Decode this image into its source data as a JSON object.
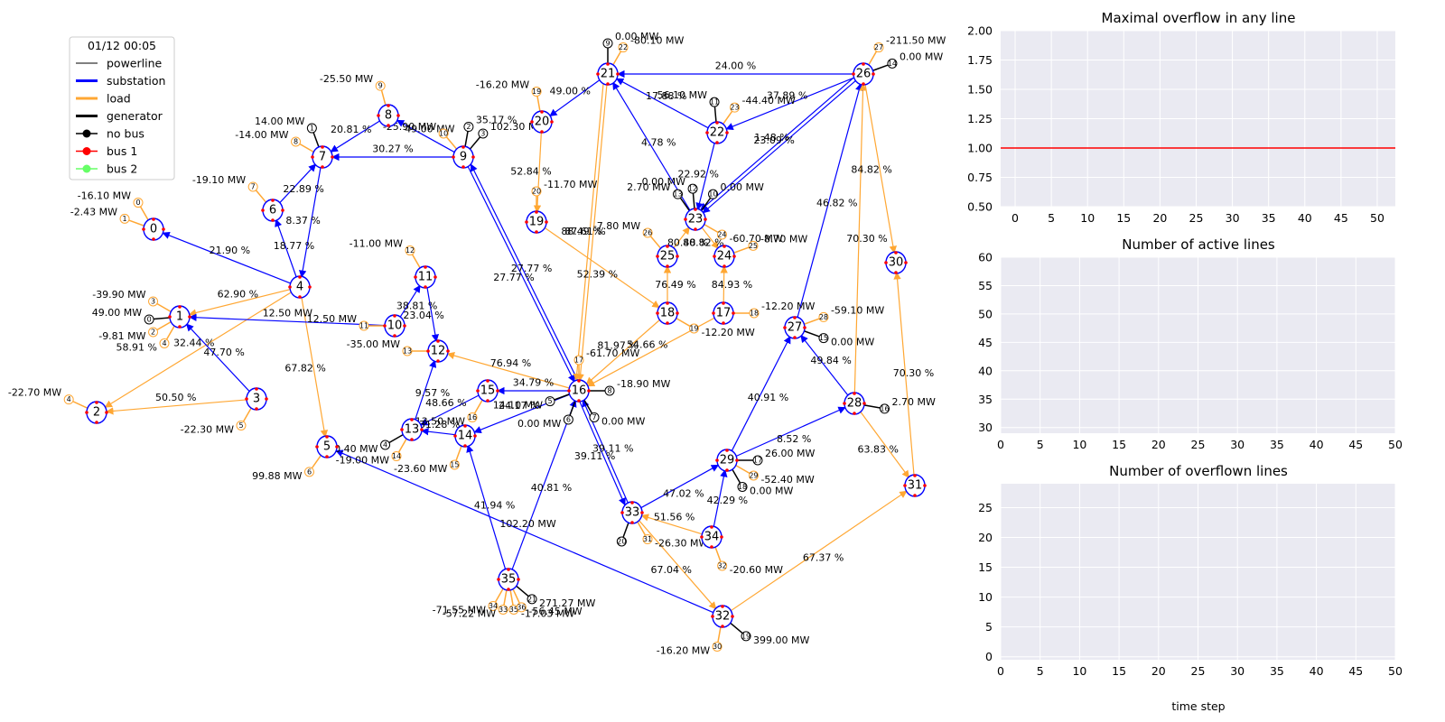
{
  "legend": {
    "title": "01/12 00:05",
    "items": [
      {
        "label": "powerline",
        "kind": "line",
        "color": "#000000",
        "width": 1
      },
      {
        "label": "substation",
        "kind": "line",
        "color": "#0000ff",
        "width": 3
      },
      {
        "label": "load",
        "kind": "line",
        "color": "#ffa733",
        "width": 3
      },
      {
        "label": "generator",
        "kind": "line",
        "color": "#000000",
        "width": 3
      },
      {
        "label": "no bus",
        "kind": "dot",
        "color": "#000000"
      },
      {
        "label": "bus 1",
        "kind": "dot",
        "color": "#ff0000"
      },
      {
        "label": "bus 2",
        "kind": "dot",
        "color": "#66ff66"
      }
    ]
  },
  "colors": {
    "line": "#0000ff",
    "overload": "#ffa733",
    "node": "#0000ff",
    "gen": "#000000",
    "load": "#ffa733",
    "threshold": "#ff0000",
    "panel_bg": "#eaeaf2"
  },
  "nodes": [
    {
      "id": "0"
    },
    {
      "id": "1"
    },
    {
      "id": "2"
    },
    {
      "id": "3"
    },
    {
      "id": "4"
    },
    {
      "id": "5"
    },
    {
      "id": "6"
    },
    {
      "id": "7"
    },
    {
      "id": "8"
    },
    {
      "id": "9"
    },
    {
      "id": "10"
    },
    {
      "id": "11"
    },
    {
      "id": "12"
    },
    {
      "id": "13"
    },
    {
      "id": "14"
    },
    {
      "id": "15"
    },
    {
      "id": "16"
    },
    {
      "id": "17"
    },
    {
      "id": "18"
    },
    {
      "id": "19"
    },
    {
      "id": "20"
    },
    {
      "id": "21"
    },
    {
      "id": "22"
    },
    {
      "id": "23"
    },
    {
      "id": "24"
    },
    {
      "id": "25"
    },
    {
      "id": "26"
    },
    {
      "id": "27"
    },
    {
      "id": "28"
    },
    {
      "id": "29"
    },
    {
      "id": "30"
    },
    {
      "id": "31"
    },
    {
      "id": "32"
    },
    {
      "id": "33"
    },
    {
      "id": "34"
    },
    {
      "id": "35"
    }
  ],
  "lines": [
    {
      "from": "4",
      "to": "0",
      "label": "21.90 %",
      "overload": false
    },
    {
      "from": "4",
      "to": "6",
      "label": "18.77 %",
      "overload": false
    },
    {
      "from": "6",
      "to": "7",
      "label": "22.89 %",
      "overload": false
    },
    {
      "from": "7",
      "to": "4",
      "label": "8.37 %",
      "overload": false
    },
    {
      "from": "8",
      "to": "7",
      "label": "20.81 %",
      "overload": false
    },
    {
      "from": "9",
      "to": "7",
      "label": "30.27 %",
      "overload": false
    },
    {
      "from": "9",
      "to": "8",
      "label": "49.00 MW",
      "overload": false
    },
    {
      "from": "4",
      "to": "1",
      "label": "62.90 %",
      "overload": true
    },
    {
      "from": "4",
      "to": "2",
      "label": "32.44 %",
      "overload": true
    },
    {
      "from": "4",
      "to": "5",
      "label": "67.82 %",
      "overload": true
    },
    {
      "from": "3",
      "to": "1",
      "label": "47.70 %",
      "overload": false
    },
    {
      "from": "3",
      "to": "2",
      "label": "50.50 %",
      "overload": true
    },
    {
      "from": "10",
      "to": "1",
      "label": "12.50 MW",
      "overload": false
    },
    {
      "from": "10",
      "to": "11",
      "label": "38.81 %",
      "overload": false
    },
    {
      "from": "11",
      "to": "12",
      "label": "23.04 %",
      "overload": false
    },
    {
      "from": "16",
      "to": "12",
      "label": "76.94 %",
      "overload": true
    },
    {
      "from": "13",
      "to": "12",
      "label": "9.57 %",
      "overload": false
    },
    {
      "from": "15",
      "to": "13",
      "label": "48.66 %",
      "overload": false
    },
    {
      "from": "14",
      "to": "13",
      "label": "31.28 %",
      "overload": false
    },
    {
      "from": "16",
      "to": "15",
      "label": "34.79 %",
      "overload": false
    },
    {
      "from": "16",
      "to": "14",
      "label": "24.17 %",
      "overload": false
    },
    {
      "from": "35",
      "to": "14",
      "label": "41.94 %",
      "overload": false
    },
    {
      "from": "35",
      "to": "16",
      "label": "40.81 %",
      "overload": false
    },
    {
      "from": "9",
      "to": "16",
      "label": "27.77 %",
      "overload": false
    },
    {
      "from": "16",
      "to": "9",
      "label": "27.77 %",
      "overload": false
    },
    {
      "from": "21",
      "to": "20",
      "label": "49.00 %",
      "overload": false
    },
    {
      "from": "20",
      "to": "19",
      "label": "52.84 %",
      "overload": true
    },
    {
      "from": "19",
      "to": "18",
      "label": "52.39 %",
      "overload": true
    },
    {
      "from": "21",
      "to": "16",
      "label": "87.61 %",
      "overload": true
    },
    {
      "from": "21",
      "to": "16",
      "label": "88.49 %",
      "overload": true
    },
    {
      "from": "18",
      "to": "16",
      "label": "81.97 %",
      "overload": true
    },
    {
      "from": "17",
      "to": "16",
      "label": "54.66 %",
      "overload": true
    },
    {
      "from": "26",
      "to": "21",
      "label": "24.00 %",
      "overload": false
    },
    {
      "from": "22",
      "to": "21",
      "label": "17.88 %",
      "overload": false
    },
    {
      "from": "23",
      "to": "21",
      "label": "4.78 %",
      "overload": false
    },
    {
      "from": "26",
      "to": "22",
      "label": "37.89 %",
      "overload": false
    },
    {
      "from": "22",
      "to": "23",
      "label": "22.92 %",
      "overload": false
    },
    {
      "from": "26",
      "to": "23",
      "label": "23.09 %",
      "overload": false
    },
    {
      "from": "26",
      "to": "23",
      "label": "1.48 %",
      "overload": false
    },
    {
      "from": "23",
      "to": "24",
      "label": "80.82 %",
      "overload": true
    },
    {
      "from": "25",
      "to": "23",
      "label": "80.48 %",
      "overload": true
    },
    {
      "from": "18",
      "to": "25",
      "label": "76.49 %",
      "overload": true
    },
    {
      "from": "17",
      "to": "24",
      "label": "84.93 %",
      "overload": true
    },
    {
      "from": "27",
      "to": "26",
      "label": "46.82 %",
      "overload": false
    },
    {
      "from": "28",
      "to": "26",
      "label": "70.30 %",
      "overload": true
    },
    {
      "from": "26",
      "to": "30",
      "label": "84.82 %",
      "overload": true
    },
    {
      "from": "31",
      "to": "30",
      "label": "70.30 %",
      "overload": true
    },
    {
      "from": "28",
      "to": "31",
      "label": "63.83 %",
      "overload": true
    },
    {
      "from": "32",
      "to": "31",
      "label": "67.37 %",
      "overload": true
    },
    {
      "from": "28",
      "to": "27",
      "label": "49.84 %",
      "overload": false
    },
    {
      "from": "29",
      "to": "27",
      "label": "40.91 %",
      "overload": false
    },
    {
      "from": "29",
      "to": "28",
      "label": "8.52 %",
      "overload": false
    },
    {
      "from": "33",
      "to": "29",
      "label": "47.02 %",
      "overload": false
    },
    {
      "from": "34",
      "to": "29",
      "label": "42.29 %",
      "overload": false
    },
    {
      "from": "34",
      "to": "33",
      "label": "51.56 %",
      "overload": true
    },
    {
      "from": "33",
      "to": "32",
      "label": "67.04 %",
      "overload": true
    },
    {
      "from": "32",
      "to": "5",
      "label": "102.20 MW",
      "overload": false
    },
    {
      "from": "33",
      "to": "16",
      "label": "39.11 %",
      "overload": false
    },
    {
      "from": "16",
      "to": "33",
      "label": "39.11 %",
      "overload": false
    }
  ],
  "elements": [
    {
      "node": "0",
      "id": "0",
      "kind": "load",
      "label": "-16.10 MW"
    },
    {
      "node": "0",
      "id": "1",
      "kind": "load",
      "label": "-2.43 MW"
    },
    {
      "node": "1",
      "id": "3",
      "kind": "load",
      "label": "-39.90 MW"
    },
    {
      "node": "1",
      "id": "0",
      "kind": "gen",
      "label": "49.00 MW"
    },
    {
      "node": "1",
      "id": "2",
      "kind": "load",
      "label": "-9.81 MW"
    },
    {
      "node": "1",
      "id": "4",
      "kind": "load",
      "label": "58.91 %"
    },
    {
      "node": "2",
      "id": "4",
      "kind": "load",
      "label": "-22.70 MW"
    },
    {
      "node": "3",
      "id": "5",
      "kind": "load",
      "label": "-22.30 MW"
    },
    {
      "node": "5",
      "id": "6",
      "kind": "load",
      "label": "99.88 MW"
    },
    {
      "node": "6",
      "id": "7",
      "kind": "load",
      "label": "-19.10 MW"
    },
    {
      "node": "7",
      "id": "1",
      "kind": "gen",
      "label": "14.00 MW"
    },
    {
      "node": "7",
      "id": "8",
      "kind": "load",
      "label": "-14.00 MW"
    },
    {
      "node": "8",
      "id": "9",
      "kind": "load",
      "label": "-25.50 MW"
    },
    {
      "node": "9",
      "id": "2",
      "kind": "gen",
      "label": "35.17 %"
    },
    {
      "node": "9",
      "id": "3",
      "kind": "gen",
      "label": "102.30 MW"
    },
    {
      "node": "9",
      "id": "10",
      "kind": "load",
      "label": "-25.90 MW"
    },
    {
      "node": "10",
      "id": "11",
      "kind": "load",
      "label": "12.50 MW"
    },
    {
      "node": "11",
      "id": "12",
      "kind": "load",
      "label": "-11.00 MW"
    },
    {
      "node": "12",
      "id": "13",
      "kind": "load",
      "label": "-35.00 MW"
    },
    {
      "node": "13",
      "id": "4",
      "kind": "gen",
      "label": "20.40 MW"
    },
    {
      "node": "13",
      "id": "14",
      "kind": "load",
      "label": "-19.00 MW"
    },
    {
      "node": "14",
      "id": "15",
      "kind": "load",
      "label": "-23.60 MW"
    },
    {
      "node": "15",
      "id": "16",
      "kind": "load",
      "label": "-13.50 MW"
    },
    {
      "node": "16",
      "id": "17",
      "kind": "load",
      "label": "-61.70 MW"
    },
    {
      "node": "16",
      "id": "8",
      "kind": "gen",
      "label": "-18.90 MW"
    },
    {
      "node": "16",
      "id": "7",
      "kind": "gen",
      "label": "0.00 MW"
    },
    {
      "node": "16",
      "id": "6",
      "kind": "gen",
      "label": "0.00 MW"
    },
    {
      "node": "16",
      "id": "5",
      "kind": "gen",
      "label": "14.10 MW"
    },
    {
      "node": "17",
      "id": "18",
      "kind": "load",
      "label": "-12.20 MW"
    },
    {
      "node": "18",
      "id": "19",
      "kind": "load",
      "label": "-12.20 MW"
    },
    {
      "node": "19",
      "id": "20",
      "kind": "load",
      "label": "-11.70 MW"
    },
    {
      "node": "20",
      "id": "19",
      "kind": "load",
      "label": "-16.20 MW"
    },
    {
      "node": "21",
      "id": "9",
      "kind": "gen",
      "label": "0.00 MW"
    },
    {
      "node": "21",
      "id": "22",
      "kind": "load",
      "label": "-80.10 MW"
    },
    {
      "node": "22",
      "id": "11",
      "kind": "gen",
      "label": "56.10 MW"
    },
    {
      "node": "22",
      "id": "23",
      "kind": "load",
      "label": "-44.40 MW"
    },
    {
      "node": "23",
      "id": "13",
      "kind": "gen",
      "label": "2.70 MW"
    },
    {
      "node": "23",
      "id": "12",
      "kind": "gen",
      "label": "0.00 MW"
    },
    {
      "node": "23",
      "id": "10",
      "kind": "gen",
      "label": "0.00 MW"
    },
    {
      "node": "23",
      "id": "24",
      "kind": "load",
      "label": "-60.70 MW"
    },
    {
      "node": "24",
      "id": "25",
      "kind": "load",
      "label": "-8.70 MW"
    },
    {
      "node": "25",
      "id": "26",
      "kind": "load",
      "label": "-7.80 MW"
    },
    {
      "node": "26",
      "id": "27",
      "kind": "load",
      "label": "-211.50 MW"
    },
    {
      "node": "26",
      "id": "14",
      "kind": "gen",
      "label": "0.00 MW"
    },
    {
      "node": "27",
      "id": "28",
      "kind": "load",
      "label": "-59.10 MW"
    },
    {
      "node": "27",
      "id": "15",
      "kind": "gen",
      "label": "0.00 MW"
    },
    {
      "node": "28",
      "id": "16",
      "kind": "gen",
      "label": "2.70 MW"
    },
    {
      "node": "29",
      "id": "17",
      "kind": "gen",
      "label": "26.00 MW"
    },
    {
      "node": "29",
      "id": "29",
      "kind": "load",
      "label": "-52.40 MW"
    },
    {
      "node": "29",
      "id": "18",
      "kind": "gen",
      "label": "0.00 MW"
    },
    {
      "node": "32",
      "id": "30",
      "kind": "load",
      "label": "-16.20 MW"
    },
    {
      "node": "32",
      "id": "19",
      "kind": "gen",
      "label": "399.00 MW"
    },
    {
      "node": "33",
      "id": "20",
      "kind": "gen",
      "label": ""
    },
    {
      "node": "33",
      "id": "31",
      "kind": "load",
      "label": "-26.30 MW"
    },
    {
      "node": "34",
      "id": "32",
      "kind": "load",
      "label": "-20.60 MW"
    },
    {
      "node": "35",
      "id": "34",
      "kind": "load",
      "label": "-71.55 MW"
    },
    {
      "node": "35",
      "id": "33",
      "kind": "load",
      "label": "-57.22 MW"
    },
    {
      "node": "35",
      "id": "35",
      "kind": "load",
      "label": "-17.03 MW"
    },
    {
      "node": "35",
      "id": "36",
      "kind": "load",
      "label": "-56.45 MW"
    },
    {
      "node": "35",
      "id": "21",
      "kind": "gen",
      "label": "271.27 MW"
    }
  ],
  "chart_data": [
    {
      "type": "line",
      "title": "Maximal overflow in any line",
      "xlabel": "",
      "ylabel": "",
      "xlim": [
        -2,
        52.5
      ],
      "ylim": [
        0.5,
        2.0
      ],
      "xticks": [
        0,
        5,
        10,
        15,
        20,
        25,
        30,
        35,
        40,
        45,
        50
      ],
      "yticks": [
        "0.50",
        "0.75",
        "1.00",
        "1.25",
        "1.50",
        "1.75",
        "2.00"
      ],
      "grid": true,
      "reference_lines": [
        {
          "y": 1.0,
          "color": "#ff0000"
        }
      ],
      "series": []
    },
    {
      "type": "line",
      "title": "Number of active lines",
      "xlabel": "",
      "ylabel": "",
      "xlim": [
        0,
        50
      ],
      "ylim": [
        29,
        60
      ],
      "xticks": [
        0,
        5,
        10,
        15,
        20,
        25,
        30,
        35,
        40,
        45,
        50
      ],
      "yticks": [
        "30",
        "35",
        "40",
        "45",
        "50",
        "55",
        "60"
      ],
      "grid": true,
      "series": []
    },
    {
      "type": "line",
      "title": "Number of overflown lines",
      "xlabel": "time step",
      "ylabel": "",
      "xlim": [
        0,
        50
      ],
      "ylim": [
        -0.5,
        29
      ],
      "xticks": [
        0,
        5,
        10,
        15,
        20,
        25,
        30,
        35,
        40,
        45,
        50
      ],
      "yticks": [
        "0",
        "5",
        "10",
        "15",
        "20",
        "25"
      ],
      "grid": true,
      "series": []
    }
  ]
}
